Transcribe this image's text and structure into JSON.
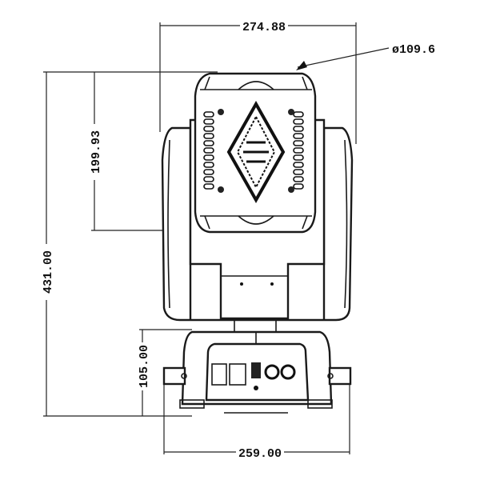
{
  "drawing": {
    "dimensions": {
      "overall_width": "274.88",
      "lens_diameter": "ø109.6",
      "overall_height": "431.00",
      "head_height": "199.93",
      "base_height": "105.00",
      "base_width": "259.00"
    },
    "line_color": "#1a1a1a",
    "background": "#ffffff"
  }
}
